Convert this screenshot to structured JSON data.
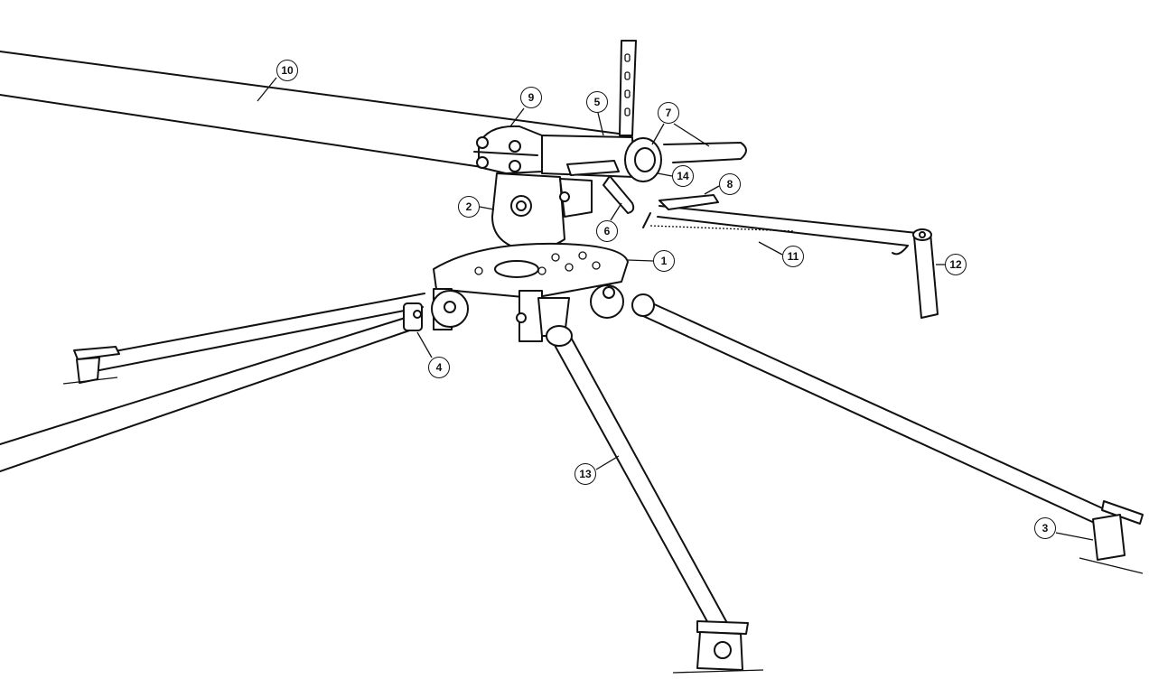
{
  "diagram": {
    "type": "exploded technical line drawing — tripod mount",
    "callouts": {
      "c1": "1",
      "c2": "2",
      "c3": "3",
      "c4": "4",
      "c5": "5",
      "c6": "6",
      "c7": "7",
      "c8": "8",
      "c9": "9",
      "c10": "10",
      "c11": "11",
      "c12": "12",
      "c13": "13",
      "c14": "14"
    }
  }
}
